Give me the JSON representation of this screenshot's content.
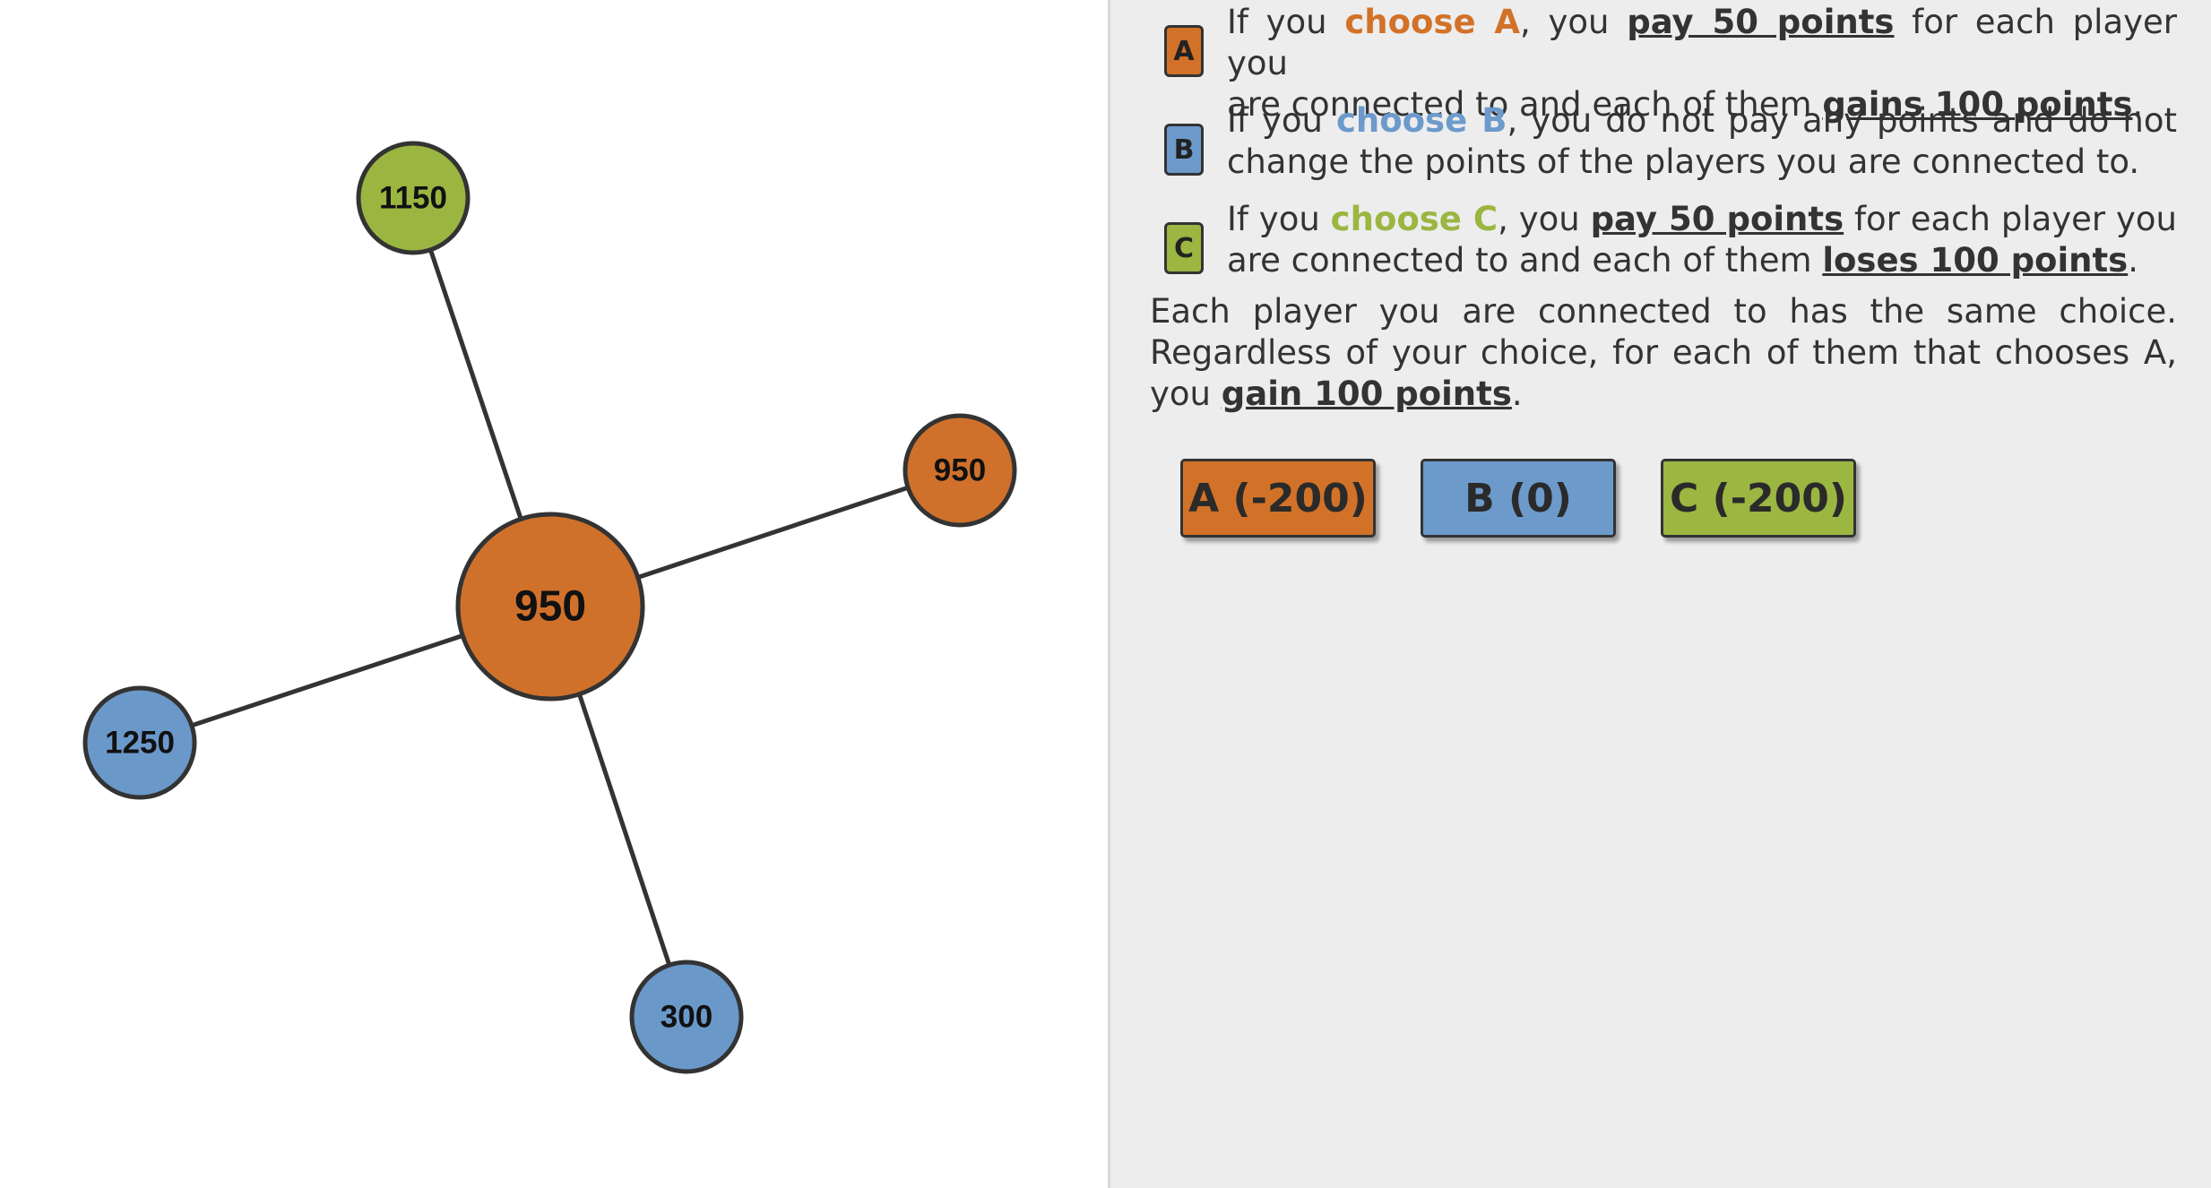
{
  "graph": {
    "nodes": [
      {
        "id": "center",
        "value": "950",
        "color": "#d0712b"
      },
      {
        "id": "top",
        "value": "1150",
        "color": "#9bb541"
      },
      {
        "id": "right",
        "value": "950",
        "color": "#d0712b"
      },
      {
        "id": "left",
        "value": "1250",
        "color": "#6a98c9"
      },
      {
        "id": "bottom",
        "value": "300",
        "color": "#6a98c9"
      }
    ],
    "edge_color": "#333333"
  },
  "rules": {
    "a": {
      "box_label": "A",
      "box_color": "#d27228",
      "t1": "If you ",
      "choice": "choose A",
      "t2": ", you ",
      "cost": "pay 50 points",
      "t3": " for each player you",
      "t4": "are connected to and each of them ",
      "effect": "gains 100 points",
      "t5": "."
    },
    "b": {
      "box_label": "B",
      "box_color": "#6c9acb",
      "t1": "If you ",
      "choice": "choose B",
      "t2": ", you do not pay any points and do not",
      "t3": "change the points of the players you are connected to."
    },
    "c": {
      "box_label": "C",
      "box_color": "#9bb641",
      "t1": "If you ",
      "choice": "choose C",
      "t2": ", you ",
      "cost": "pay 50 points",
      "t3": " for each player you",
      "t4": "are connected to and each of them ",
      "effect": "loses 100 points",
      "t5": "."
    }
  },
  "summary": {
    "line1": "Each player you are connected to has the same choice.",
    "line2": "Regardless of your choice, for each of them that chooses A,",
    "line3_start": "you ",
    "gain": "gain 100 points",
    "line3_end": "."
  },
  "buttons": {
    "a": {
      "label": "A (-200)",
      "color": "#d27228"
    },
    "b": {
      "label": "B (0)",
      "color": "#6c9acb"
    },
    "c": {
      "label": "C (-200)",
      "color": "#9bb641"
    }
  }
}
